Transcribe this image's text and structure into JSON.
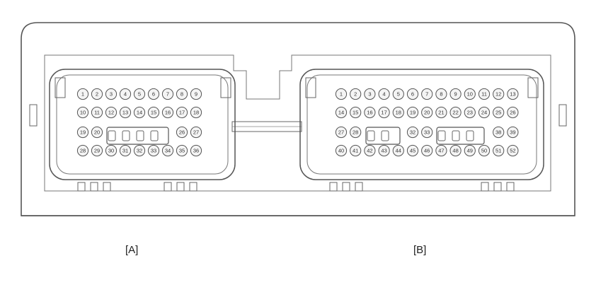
{
  "connectors": [
    {
      "id": "A",
      "label": "[A]",
      "rows": [
        [
          "1",
          "2",
          "3",
          "4",
          "5",
          "6",
          "7",
          "8",
          "9"
        ],
        [
          "10",
          "11",
          "12",
          "13",
          "14",
          "15",
          "16",
          "17",
          "18"
        ],
        [
          "19",
          "20",
          "26",
          "27"
        ],
        [
          "28",
          "29",
          "30",
          "31",
          "32",
          "33",
          "34",
          "35",
          "36"
        ]
      ]
    },
    {
      "id": "B",
      "label": "[B]",
      "rows": [
        [
          "1",
          "2",
          "3",
          "4",
          "5",
          "6",
          "7",
          "8",
          "9",
          "10",
          "11",
          "12",
          "13"
        ],
        [
          "14",
          "15",
          "16",
          "17",
          "18",
          "19",
          "20",
          "21",
          "22",
          "23",
          "24",
          "25",
          "26"
        ],
        [
          "27",
          "28",
          "32",
          "33",
          "38",
          "39"
        ],
        [
          "40",
          "41",
          "42",
          "43",
          "44",
          "45",
          "46",
          "47",
          "48",
          "49",
          "50",
          "51",
          "52"
        ]
      ]
    }
  ],
  "colors": {
    "line": "#555555",
    "pin_fill": "#f4f4f4"
  }
}
